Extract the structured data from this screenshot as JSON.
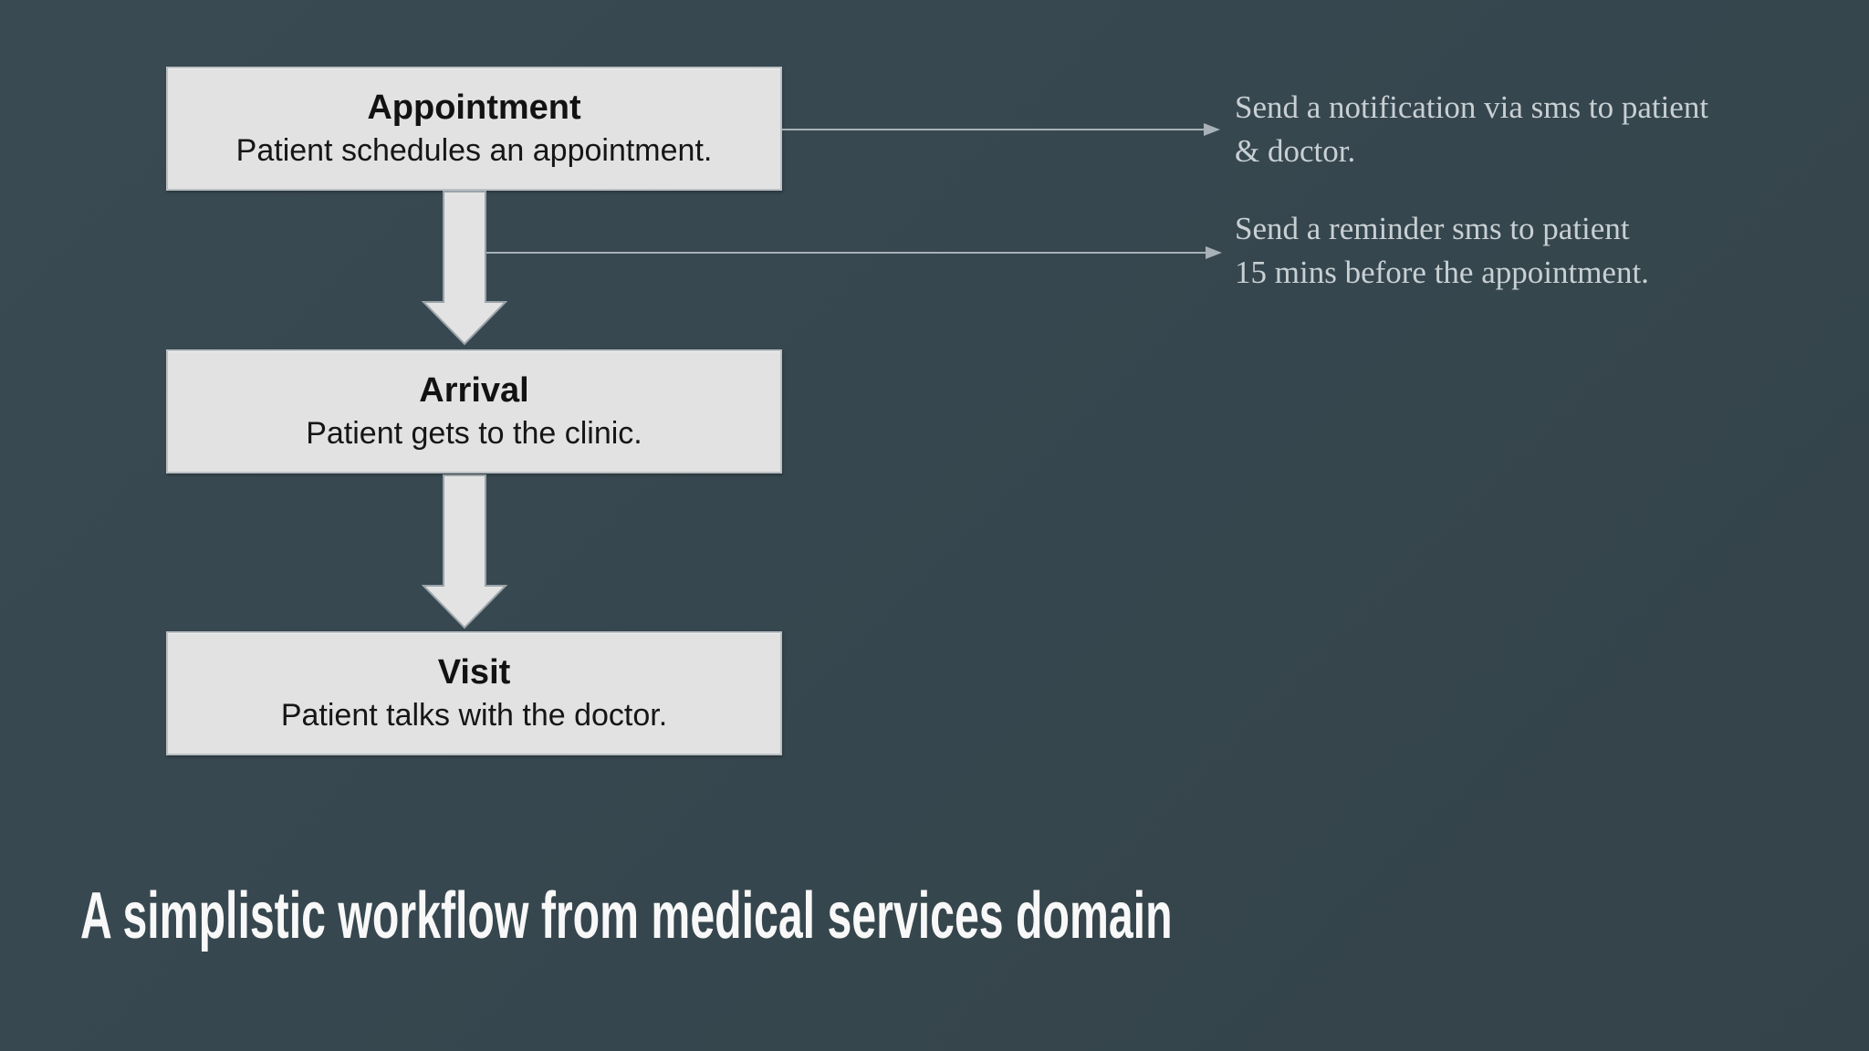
{
  "colors": {
    "background": "#37474f",
    "node_fill": "#e2e2e2",
    "node_border": "#b9bfc2",
    "node_text": "#121212",
    "block_arrow_fill": "#e3e3e3",
    "block_arrow_border": "#9aa3a8",
    "connector_line": "#a7b1b7",
    "annotation_text": "#c8d0d4",
    "caption_text": "#f8f8f8"
  },
  "diagram": {
    "type": "flowchart",
    "nodes": [
      {
        "title": "Appointment",
        "description": "Patient schedules an appointment."
      },
      {
        "title": "Arrival",
        "description": "Patient gets to the clinic."
      },
      {
        "title": "Visit",
        "description": "Patient talks with the doctor."
      }
    ],
    "annotations": [
      {
        "line1": "Send a notification via sms to patient",
        "line2": "& doctor."
      },
      {
        "line1": "Send a reminder sms to patient",
        "line2": "15 mins before the appointment."
      }
    ],
    "caption": "A simplistic workflow from medical services domain"
  }
}
